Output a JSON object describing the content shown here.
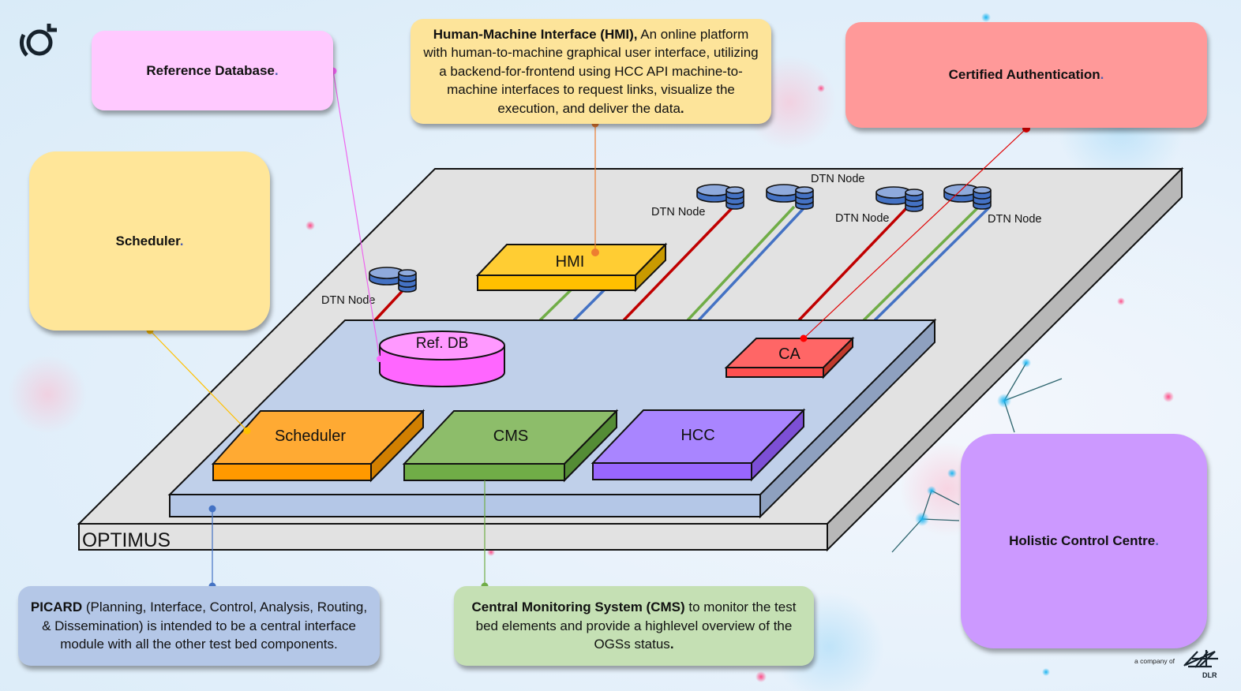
{
  "logo": {
    "name": "company-logo"
  },
  "footer": {
    "company_of": "a company of",
    "partner": "DLR"
  },
  "platform": {
    "label": "OPTIMUS"
  },
  "modules": {
    "hmi": "HMI",
    "ref_db": "Ref. DB",
    "ca": "CA",
    "scheduler": "Scheduler",
    "cms": "CMS",
    "hcc": "HCC"
  },
  "dtn_nodes": [
    {
      "label": "DTN Node"
    },
    {
      "label": "DTN Node"
    },
    {
      "label": "DTN Node"
    },
    {
      "label": "DTN Node"
    },
    {
      "label": "DTN Node"
    }
  ],
  "callouts": {
    "reference_database": {
      "title": "Reference Database",
      "period": "."
    },
    "hmi": {
      "title": "Human-Machine Interface (HMI),",
      "body": " An online platform with human-to-machine graphical user interface, utilizing a backend-for-frontend using HCC API machine-to-machine interfaces to request links, visualize the execution, and deliver the data",
      "period": "."
    },
    "certified_authentication": {
      "title": "Certified Authentication",
      "period": "."
    },
    "scheduler": {
      "title": "Scheduler",
      "period": "."
    },
    "picard": {
      "title": "PICARD",
      "body": " (Planning, Interface, Control, Analysis, Routing, & Dissemination) is intended to be a central interface module with all the other test bed components."
    },
    "cms": {
      "title": "Central Monitoring System (CMS)",
      "body": " to monitor the test bed elements and provide a highlevel overview of the OGSs status",
      "period": "."
    },
    "hcc": {
      "title": "Holistic Control Centre",
      "period": "."
    }
  },
  "colors": {
    "reference_database": "#ffc9ff",
    "hmi": "#fde49a",
    "certified_authentication": "#ff9999",
    "scheduler": "#ffe699",
    "picard": "#b4c7e7",
    "cms": "#c5e0b4",
    "hcc": "#cc99ff",
    "link_red": "#c00000",
    "link_green": "#70ad47",
    "link_blue": "#4472c4"
  }
}
